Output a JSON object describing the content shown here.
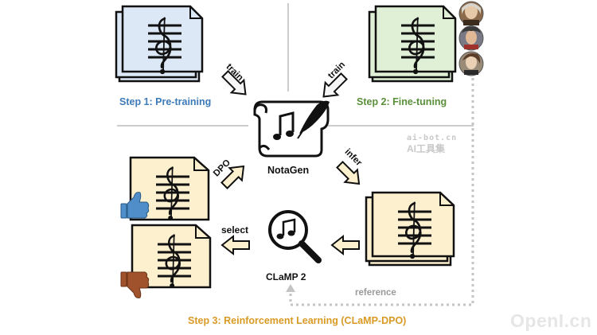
{
  "labels": {
    "step1": "Step 1: Pre-training",
    "step2": "Step 2: Fine-tuning",
    "step3": "Step 3: Reinforcement Learning (CLaMP-DPO)",
    "notagen": "NotaGen",
    "clamp": "CLaMP 2",
    "train_left": "train",
    "train_right": "train",
    "dpo": "DPO",
    "infer": "infer",
    "select": "select",
    "reference": "reference"
  },
  "watermarks": {
    "site_small": "ai-bot.cn",
    "site_name": "AI工具集",
    "corner": "OpenI.cn"
  },
  "colors": {
    "pretrain_sheet": "#dce8f6",
    "finetune_sheet": "#dff0d6",
    "rl_sheet": "#fdf0cf",
    "step1_text": "#3d7ab8",
    "step2_text": "#5a8f3a",
    "step3_text": "#d99a24",
    "thumb_up": "#4f8ec9",
    "thumb_down": "#a0522d",
    "arrow_fill": "#fdf0cf"
  }
}
